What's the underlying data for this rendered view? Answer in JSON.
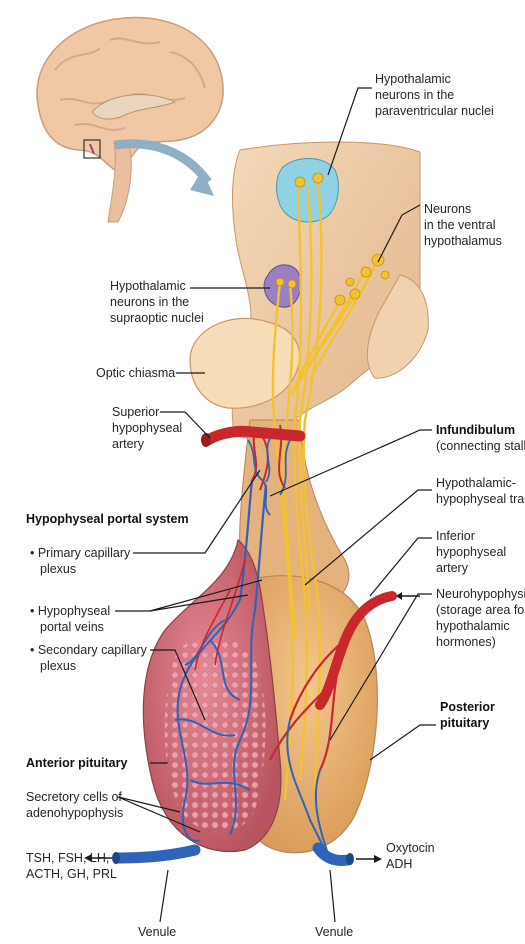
{
  "labels": {
    "paraventricular": [
      "Hypothalamic",
      "neurons in the",
      "paraventricular nuclei"
    ],
    "ventral": [
      "Neurons",
      "in the ventral",
      "hypothalamus"
    ],
    "supraoptic": [
      "Hypothalamic",
      "neurons in the",
      "supraoptic nuclei"
    ],
    "optic_chiasma": "Optic chiasma",
    "superior_artery": [
      "Superior",
      "hypophyseal",
      "artery"
    ],
    "infundibulum_title": "Infundibulum",
    "infundibulum_sub": "(connecting stalk)",
    "tract": [
      "Hypothalamic-",
      "hypophyseal tract"
    ],
    "portal_system": "Hypophyseal portal system",
    "primary_plexus": [
      "• Primary capillary",
      "plexus"
    ],
    "portal_veins": [
      "• Hypophyseal",
      "portal veins"
    ],
    "inferior_artery": [
      "Inferior",
      "hypophyseal",
      "artery"
    ],
    "neurohypophysis": [
      "Neurohypophysis",
      "(storage area for",
      "hypothalamic",
      "hormones)"
    ],
    "secondary_plexus": [
      "• Secondary capillary",
      "plexus"
    ],
    "posterior_pituitary": [
      "Posterior",
      "pituitary"
    ],
    "anterior_pituitary": "Anterior pituitary",
    "secretory": [
      "Secretory cells of",
      "adenohypophysis"
    ],
    "anterior_hormones": [
      "TSH, FSH, LH,",
      "ACTH, GH, PRL"
    ],
    "posterior_hormones": [
      "Oxytocin",
      "ADH"
    ],
    "venule_left": "Venule",
    "venule_right": "Venule"
  },
  "colors": {
    "brain_tissue": "#eec9a3",
    "anterior_lobe": "#b05a60",
    "posterior_lobe": "#e7ae6c",
    "artery": "#c8282c",
    "vein": "#2f63b8",
    "neuron": "#f2c230",
    "paraventricular_nucleus": "#8ed2e4",
    "supraoptic_nucleus": "#9a7fc4"
  }
}
